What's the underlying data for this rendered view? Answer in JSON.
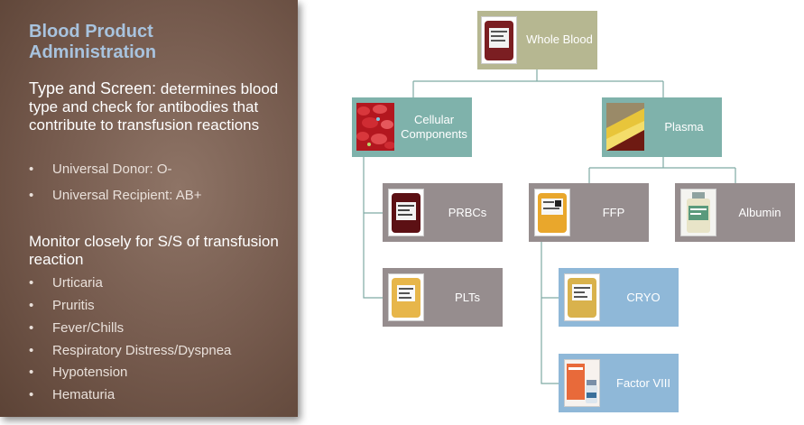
{
  "left_panel": {
    "title": "Blood Product Administration",
    "type_screen_lead": "Type and Screen:",
    "type_screen_text": " determines blood type and check for antibodies that contribute to transfusion reactions",
    "donor_items": [
      "Universal Donor: O-",
      "Universal Recipient: AB+"
    ],
    "monitor_heading": "Monitor closely for S/S of transfusion reaction",
    "symptoms": [
      "Urticaria",
      "Pruritis",
      "Fever/Chills",
      "Respiratory Distress/Dyspnea",
      "Hypotension",
      "Hematuria"
    ],
    "bullet_glyph": "•"
  },
  "diagram": {
    "whole_blood": "Whole Blood",
    "cellular": "Cellular Components",
    "plasma": "Plasma",
    "prbcs": "PRBCs",
    "plts": "PLTs",
    "ffp": "FFP",
    "albumin": "Albumin",
    "cryo": "CRYO",
    "factor8": "Factor VIII"
  },
  "colors": {
    "root": "#b6b791",
    "category": "#7fb2ab",
    "product": "#968d8e",
    "derivative": "#8fb8d8",
    "title": "#a8c3de"
  }
}
